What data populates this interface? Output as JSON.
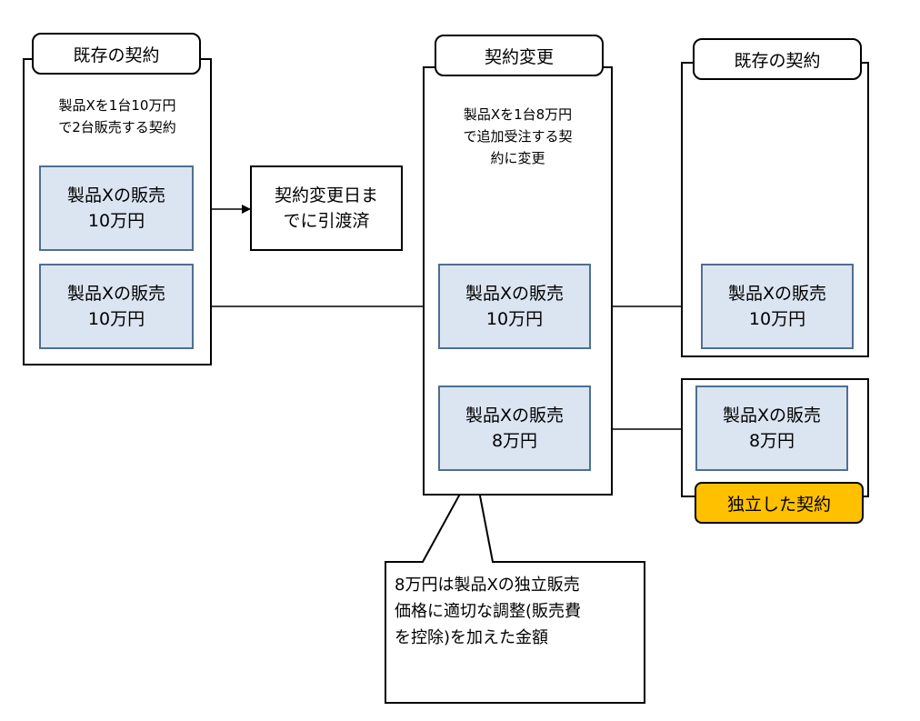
{
  "left": {
    "header": "既存の契約",
    "desc": [
      "製品Xを1台10万円",
      "で2台販売する契約"
    ],
    "item1": [
      "製品Xの販売",
      "10万円"
    ],
    "item2": [
      "製品Xの販売",
      "10万円"
    ]
  },
  "delivered": [
    "契約変更日ま",
    "でに引渡済"
  ],
  "middle": {
    "header": "契約変更",
    "desc": [
      "製品Xを1台8万円",
      "で追加受注する契",
      "約に変更"
    ],
    "item1": [
      "製品Xの販売",
      "10万円"
    ],
    "item2": [
      "製品Xの販売",
      "8万円"
    ]
  },
  "right": {
    "header": "既存の契約",
    "item1": [
      "製品Xの販売",
      "10万円"
    ]
  },
  "independent": {
    "item": [
      "製品Xの販売",
      "8万円"
    ],
    "badge": "独立した契約"
  },
  "callout": [
    "8万円は製品Xの独立販売",
    "価格に適切な調整(販売費",
    "を控除)を加えた金額"
  ],
  "colors": {
    "item_fill": "#dbe5f1",
    "item_border": "#4f6f91",
    "badge_fill": "#ffc000"
  }
}
